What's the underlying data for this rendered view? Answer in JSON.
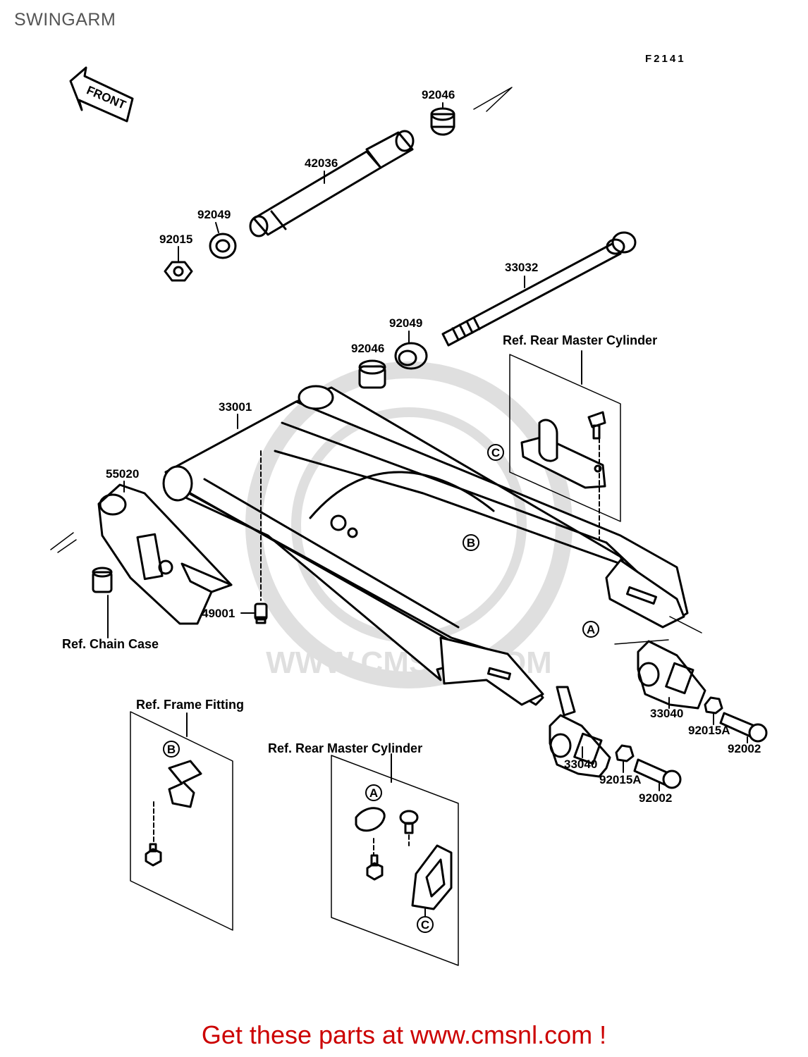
{
  "page": {
    "title": "SWINGARM",
    "figure_code": "F2141",
    "footer": "Get these parts at www.cmsnl.com !",
    "watermark_text": "WWW.CMSNL.COM"
  },
  "arrow": {
    "label": "FRONT"
  },
  "labels": {
    "p92046_top": "92046",
    "p42036": "42036",
    "p92049_top": "92049",
    "p92015": "92015",
    "p33032": "33032",
    "p92049_mid": "92049",
    "p92046_mid": "92046",
    "p33001": "33001",
    "p55020": "55020",
    "p49001": "49001",
    "p33040_r": "33040",
    "p92015A_r": "92015A",
    "p92002_r": "92002",
    "p33040_l": "33040",
    "p92015A_l": "92015A",
    "p92002_l": "92002"
  },
  "refs": {
    "rear_master_top": "Ref. Rear Master Cylinder",
    "chain_case": "Ref. Chain Case",
    "frame_fitting": "Ref. Frame Fitting",
    "rear_master_bottom": "Ref. Rear Master Cylinder"
  },
  "markers": {
    "a1": "A",
    "a2": "A",
    "b1": "B",
    "b2": "B",
    "c1": "C",
    "c2": "C"
  },
  "colors": {
    "footer": "#cc0000",
    "ink": "#000000",
    "title": "#555555"
  }
}
